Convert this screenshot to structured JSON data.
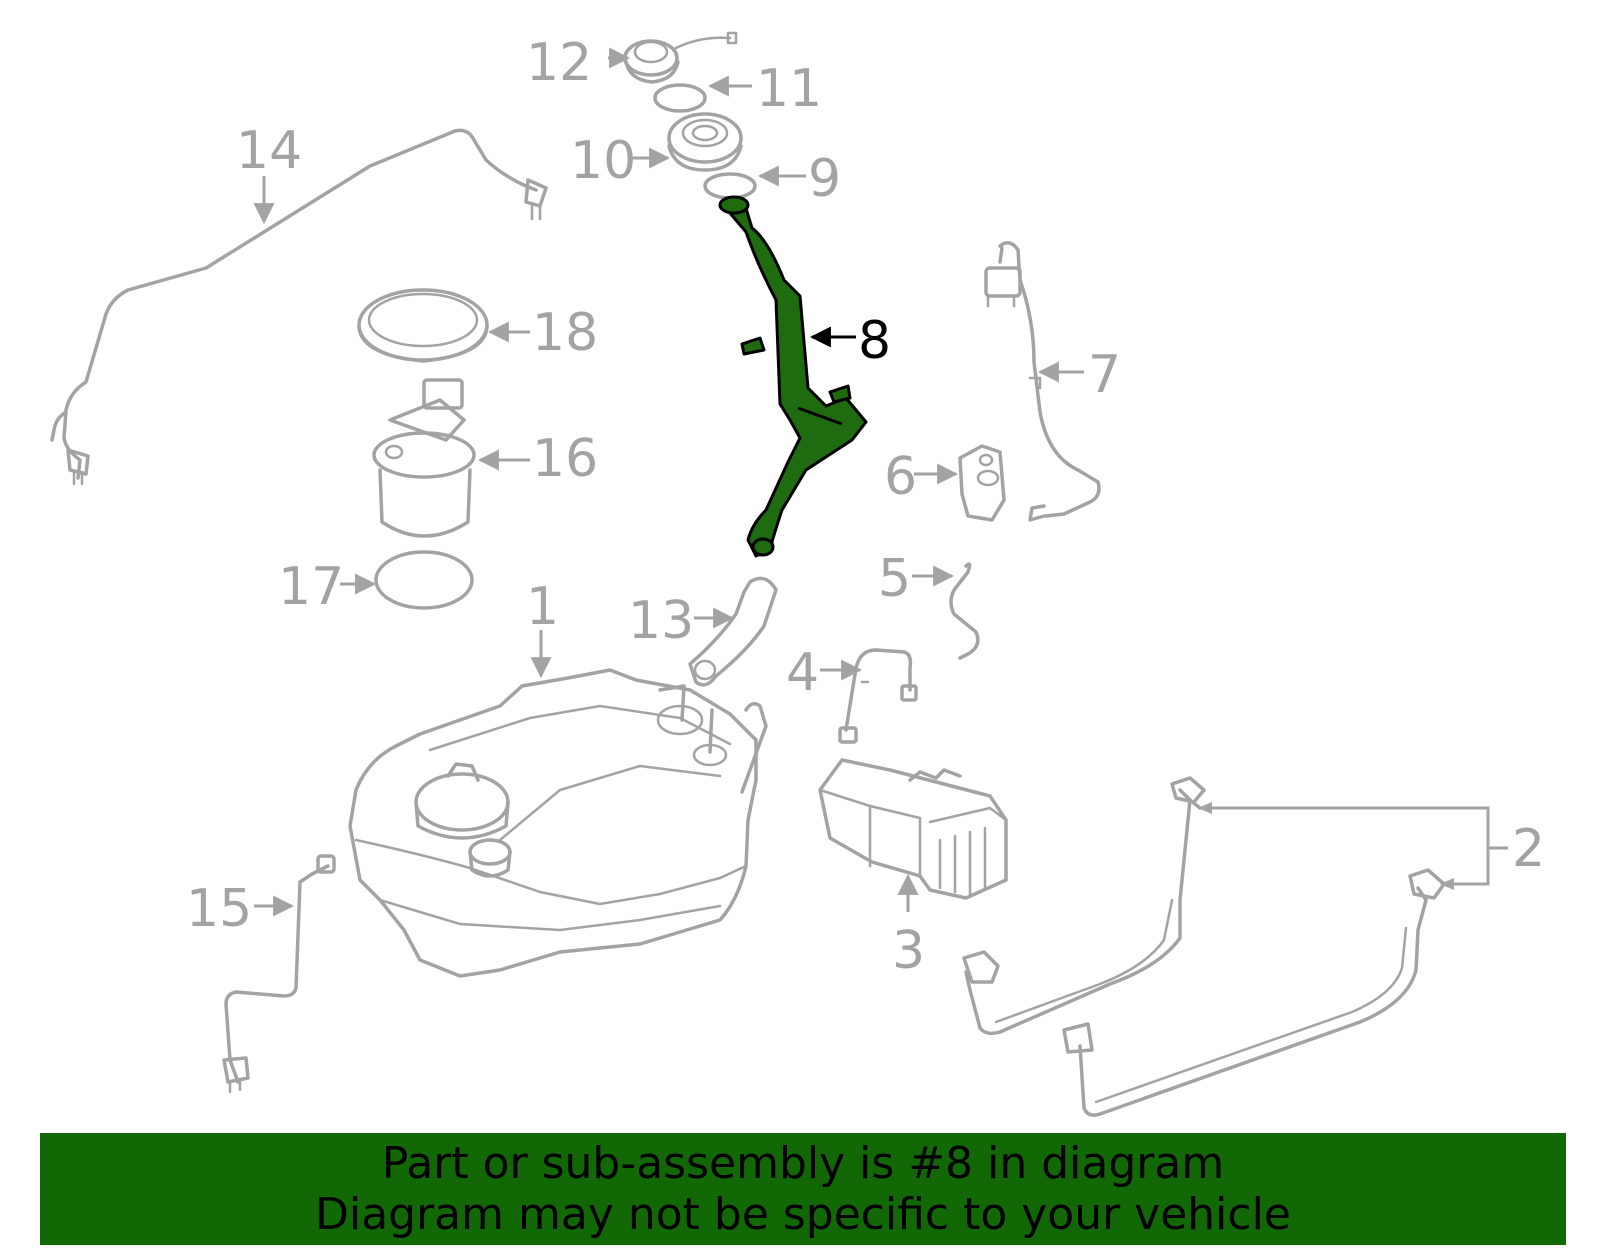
{
  "callouts": {
    "c1": "1",
    "c2": "2",
    "c3": "3",
    "c4": "4",
    "c5": "5",
    "c6": "6",
    "c7": "7",
    "c8": "8",
    "c9": "9",
    "c10": "10",
    "c11": "11",
    "c12": "12",
    "c13": "13",
    "c14": "14",
    "c15": "15",
    "c16": "16",
    "c17": "17",
    "c18": "18"
  },
  "highlighted_part": "8",
  "colors": {
    "highlight_fill": "#1f6b10",
    "banner_background": "#136806",
    "part_outline": "#a3a3a3",
    "label_gray": "#a3a3a3",
    "label_active": "#000000"
  },
  "banner": {
    "line1": "Part or sub-assembly is #8 in diagram",
    "line2": "Diagram may not be specific to your vehicle"
  }
}
